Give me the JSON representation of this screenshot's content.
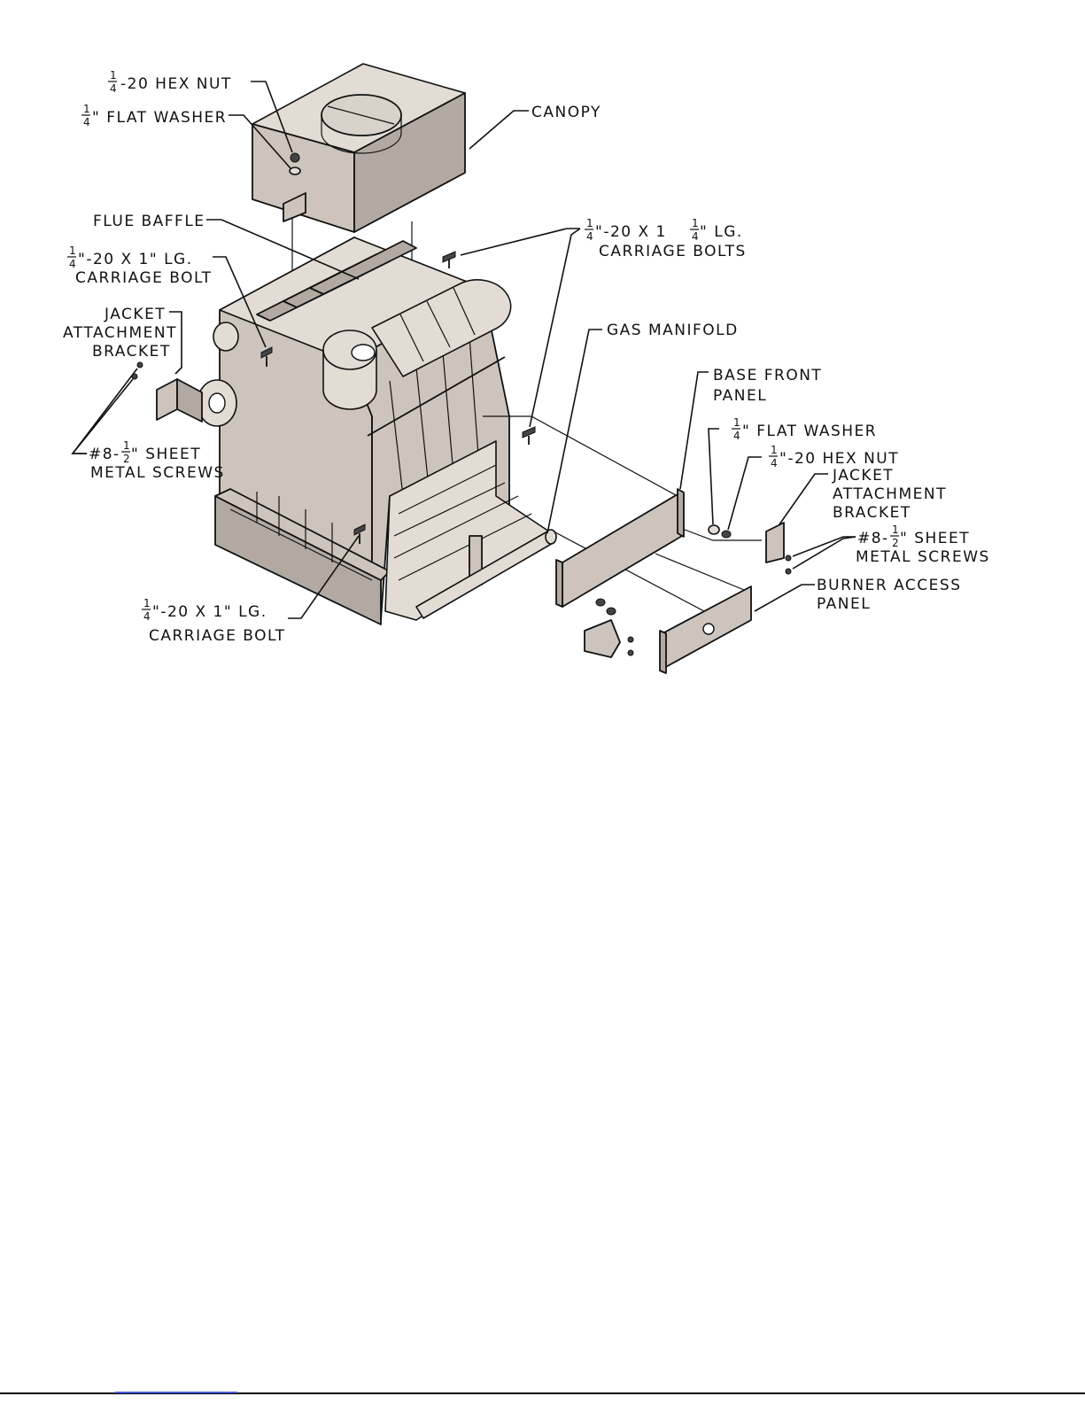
{
  "labels": {
    "hex_nut_top": "-20 HEX NUT",
    "flat_washer_top": "\" FLAT WASHER",
    "canopy": "CANOPY",
    "flue_baffle": "FLUE BAFFLE",
    "carriage_bolt_left_1": "\"-20 X 1\" LG.",
    "carriage_bolt_left_2": "CARRIAGE BOLT",
    "carriage_bolts_right_1a": "\"-20 X 1",
    "carriage_bolts_right_1b": "\" LG.",
    "carriage_bolts_right_2": "CARRIAGE BOLTS",
    "jacket_bracket_left_1": "JACKET",
    "jacket_bracket_left_2": "ATTACHMENT",
    "jacket_bracket_left_3": "BRACKET",
    "gas_manifold": "GAS MANIFOLD",
    "base_front_panel_1": "BASE FRONT",
    "base_front_panel_2": "PANEL",
    "flat_washer_right": "\" FLAT WASHER",
    "hex_nut_right": "\"-20 HEX NUT",
    "jacket_bracket_right_1": "JACKET",
    "jacket_bracket_right_2": "ATTACHMENT",
    "jacket_bracket_right_3": "BRACKET",
    "sheet_screws_left_1a": "#8-",
    "sheet_screws_left_1b": "\" SHEET",
    "sheet_screws_left_2": "METAL SCREWS",
    "sheet_screws_right_1a": "#8-",
    "sheet_screws_right_1b": "\" SHEET",
    "sheet_screws_right_2": "METAL SCREWS",
    "burner_access_panel_1": "BURNER ACCESS",
    "burner_access_panel_2": "PANEL",
    "carriage_bolt_bottom_1": "\"-20 X 1\" LG.",
    "carriage_bolt_bottom_2": "CARRIAGE BOLT"
  },
  "fractions": {
    "quarter_num": "1",
    "quarter_den": "4",
    "half_num": "1",
    "half_den": "2"
  },
  "colors": {
    "metal": "#cdc5bd",
    "metal_dark": "#b2aaa2",
    "metal_light": "#e2dcd5",
    "footer_link": "#4a5ad8"
  }
}
